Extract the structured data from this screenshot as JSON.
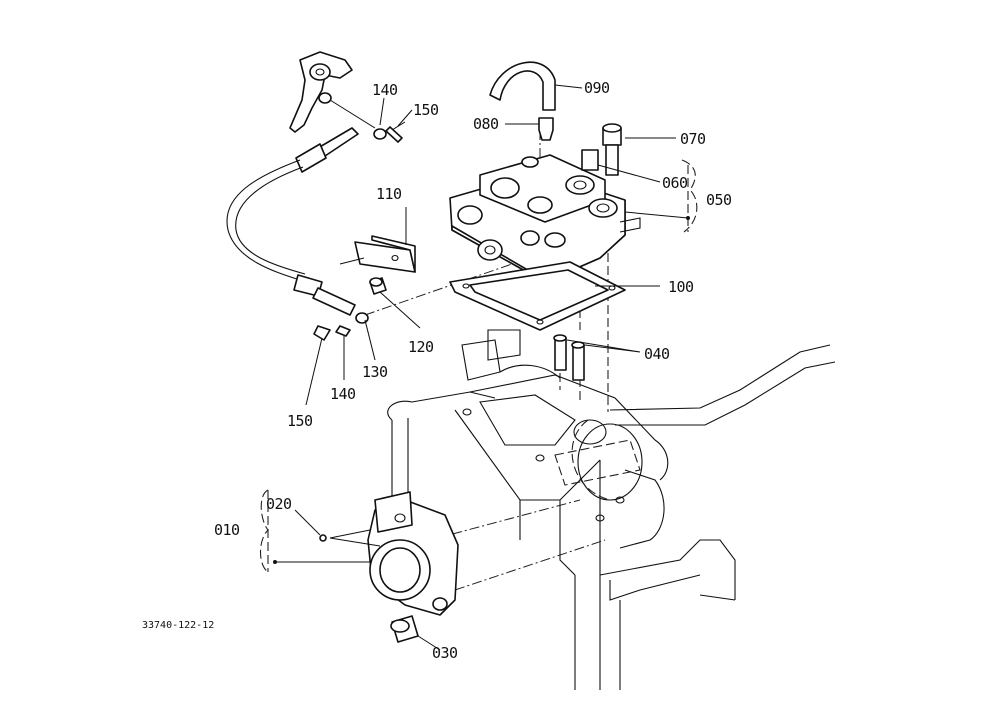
{
  "diagram": {
    "reference_code": "33740-122-12",
    "callouts": {
      "c090": "090",
      "c080": "080",
      "c070": "070",
      "c060": "060",
      "c050": "050",
      "c140_top": "140",
      "c150_top": "150",
      "c110": "110",
      "c100": "100",
      "c120": "120",
      "c040": "040",
      "c130": "130",
      "c140_bottom": "140",
      "c150_bottom": "150",
      "c010": "010",
      "c020": "020",
      "c030": "030"
    }
  }
}
